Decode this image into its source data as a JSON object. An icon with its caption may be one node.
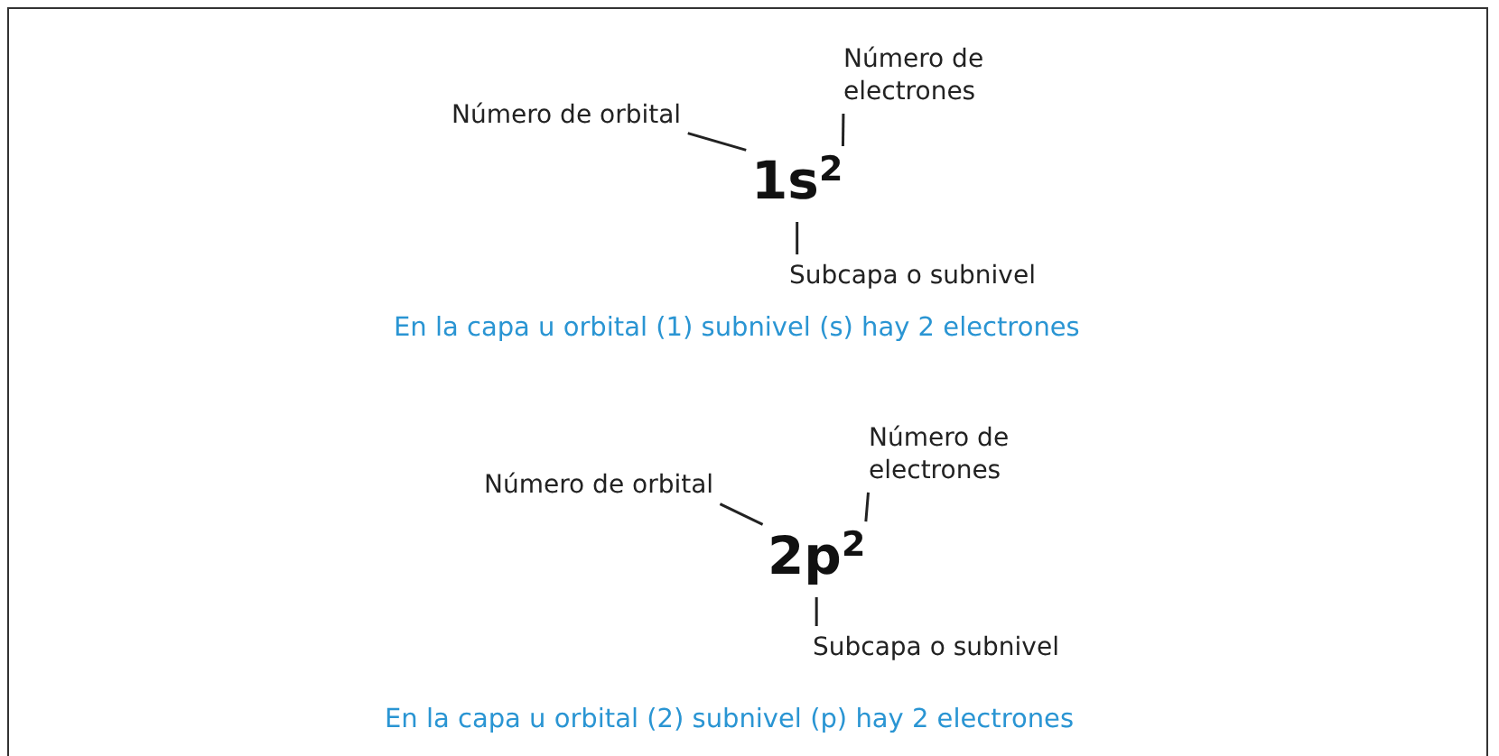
{
  "diagram": {
    "nodes": [
      {
        "text": [
          "Número de orbital"
        ]
      },
      {
        "text": [
          "Número de electrones"
        ]
      },
      {
        "text": [
          "1s$^{2}$"
        ]
      },
      {
        "text": [
          "Subcapa o subnivel"
        ]
      },
      {
        "text": [
          "Número de orbital"
        ]
      },
      {
        "text": [
          "Número de electrones"
        ]
      },
      {
        "text": [
          "2p$^{2}$"
        ]
      },
      {
        "text": [
          "Subcapa o subnivel"
        ]
      }
    ],
    "edges": [
      {
        "from": 0,
        "to": 2,
        "arrow": "none"
      },
      {
        "from": 1,
        "to": 2,
        "arrow": "none"
      },
      {
        "from": 3,
        "to": 2,
        "arrow": "none"
      },
      {
        "from": 4,
        "to": 6,
        "arrow": "none"
      },
      {
        "from": 5,
        "to": 6,
        "arrow": "none"
      },
      {
        "from": 7,
        "to": 6,
        "arrow": "none"
      }
    ],
    "labels": [
      "En la capa u orbital (1) subnivel (s) hay 2 electrones",
      "En la capa u orbital (2) subnivel (p) hay 2 electrones"
    ]
  }
}
